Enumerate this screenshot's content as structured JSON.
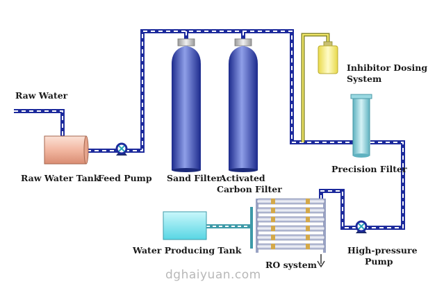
{
  "labels": {
    "raw_water": "Raw Water",
    "raw_water_tank": "Raw Water Tank",
    "feed_pump": "Feed Pump",
    "sand_filter": "Sand Filter",
    "activated_carbon_filter_line1": "Activated",
    "activated_carbon_filter_line2": "Carbon Filter",
    "inhibitor_dosing_line1": "Inhibitor Dosing",
    "inhibitor_dosing_line2": "System",
    "precision_filter": "Precision Filter",
    "water_producing_tank": "Water Producing Tank",
    "ro_system": "RO system",
    "high_pressure_line1": "High-pressure",
    "high_pressure_line2": "Pump"
  },
  "watermark": "dghaiyuan.com",
  "colors": {
    "pipe": "#1c2a9c",
    "pipe_dash": "#ffffff",
    "raw_tank": "#f2b7a1",
    "vessel_blue": "#3a4fb8",
    "precision_filter": "#8fd2dc",
    "dosing_tank": "#f3ec8a",
    "product_tank": "#8fe7f0",
    "ro_tube": "#e0e3f0"
  }
}
